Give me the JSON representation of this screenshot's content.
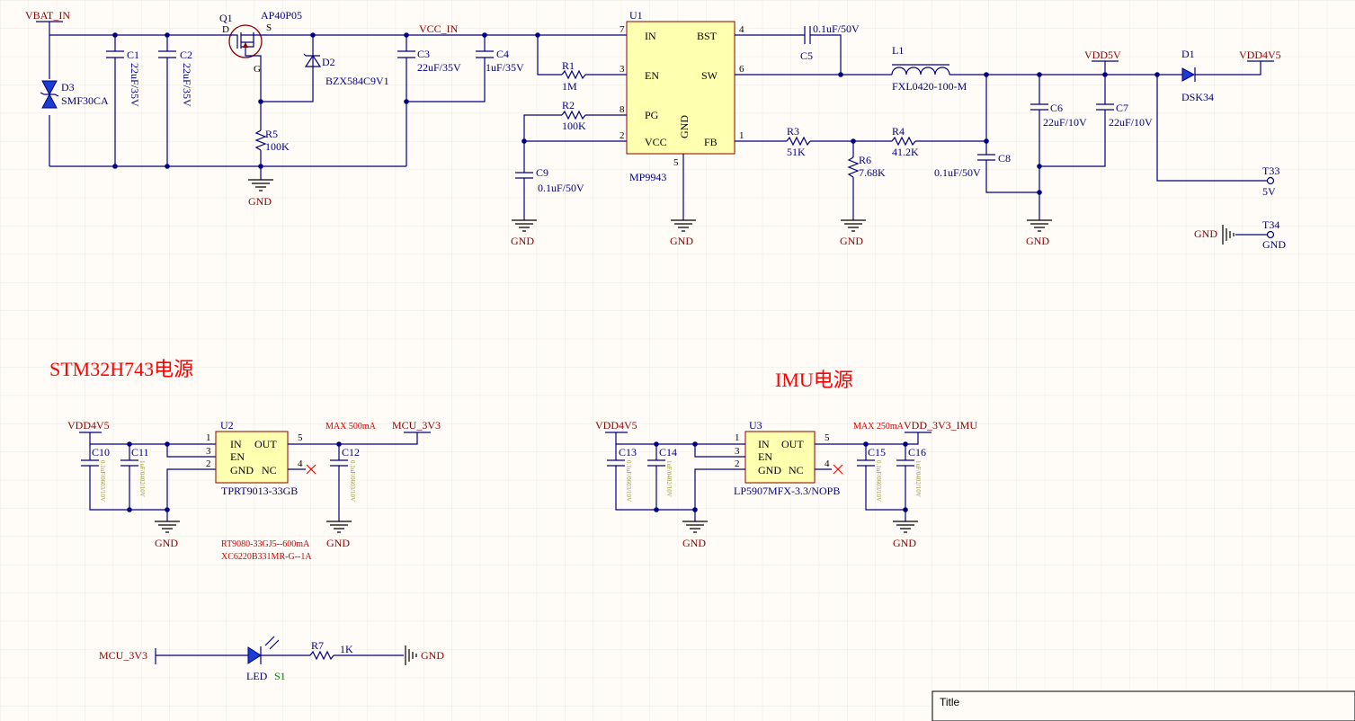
{
  "nets": {
    "vbat_in": "VBAT_IN",
    "vcc_in": "VCC_IN",
    "vdd5v": "VDD5V",
    "vdd4v5": "VDD4V5",
    "gnd": "GND",
    "mcu_3v3": "MCU_3V3",
    "vdd_3v3_imu": "VDD_3V3_IMU"
  },
  "components": {
    "q1": {
      "ref": "Q1",
      "value": "AP40P05",
      "pin_d": "D",
      "pin_s": "S",
      "pin_g": "G"
    },
    "d3": {
      "ref": "D3",
      "value": "SMF30CA"
    },
    "d2": {
      "ref": "D2",
      "value": "BZX584C9V1"
    },
    "c1": {
      "ref": "C1",
      "value": "22uF/35V"
    },
    "c2": {
      "ref": "C2",
      "value": "22uF/35V"
    },
    "c3": {
      "ref": "C3",
      "value": "22uF/35V"
    },
    "c4": {
      "ref": "C4",
      "value": "1uF/35V"
    },
    "r5": {
      "ref": "R5",
      "value": "100K"
    },
    "r1": {
      "ref": "R1",
      "value": "1M"
    },
    "r2": {
      "ref": "R2",
      "value": "100K"
    },
    "c9": {
      "ref": "C9",
      "value": "0.1uF/50V"
    },
    "u1": {
      "ref": "U1",
      "value": "MP9943",
      "pins": {
        "in": "IN",
        "en": "EN",
        "pg": "PG",
        "vcc": "VCC",
        "bst": "BST",
        "sw": "SW",
        "fb": "FB",
        "gnd": "GND"
      },
      "pin_nums": {
        "p7": "7",
        "p3": "3",
        "p8": "8",
        "p2": "2",
        "p4": "4",
        "p6": "6",
        "p1": "1",
        "p5": "5"
      }
    },
    "c5": {
      "ref": "C5",
      "value": "0.1uF/50V"
    },
    "l1": {
      "ref": "L1",
      "value": "FXL0420-100-M"
    },
    "r3": {
      "ref": "R3",
      "value": "51K"
    },
    "r4": {
      "ref": "R4",
      "value": "41.2K"
    },
    "r6": {
      "ref": "R6",
      "value": "7.68K"
    },
    "c8": {
      "ref": "C8",
      "value": "0.1uF/50V"
    },
    "c6": {
      "ref": "C6",
      "value": "22uF/10V"
    },
    "c7": {
      "ref": "C7",
      "value": "22uF/10V"
    },
    "d1": {
      "ref": "D1",
      "value": "DSK34"
    },
    "t33": {
      "ref": "T33",
      "value": "5V"
    },
    "t34": {
      "ref": "T34",
      "value": "GND"
    },
    "u2": {
      "ref": "U2",
      "value": "TPRT9013-33GB",
      "pins": {
        "in": "IN",
        "out": "OUT",
        "en": "EN",
        "gnd": "GND",
        "nc": "NC"
      },
      "pin_nums": {
        "p1": "1",
        "p3": "3",
        "p2": "2",
        "p5": "5",
        "p4": "4"
      }
    },
    "c10": {
      "ref": "C10"
    },
    "c11": {
      "ref": "C11"
    },
    "c12": {
      "ref": "C12"
    },
    "u3": {
      "ref": "U3",
      "value": "LP5907MFX-3.3/NOPB",
      "pins": {
        "in": "IN",
        "out": "OUT",
        "en": "EN",
        "gnd": "GND",
        "nc": "NC"
      },
      "pin_nums": {
        "p1": "1",
        "p3": "3",
        "p2": "2",
        "p5": "5",
        "p4": "4"
      }
    },
    "c13": {
      "ref": "C13"
    },
    "c14": {
      "ref": "C14"
    },
    "c15": {
      "ref": "C15"
    },
    "c16": {
      "ref": "C16"
    },
    "r7": {
      "ref": "R7",
      "value": "1K"
    },
    "led": {
      "ref": "LED",
      "label": "S1"
    }
  },
  "small_cap_values": {
    "c10": "0.1uF/0603/10V",
    "c11": "1uF/0402/10V",
    "c12": "0.1uF/0603/10V",
    "c13": "0.1uF/0603/10V",
    "c14": "1uF/0402/10V",
    "c15": "0.1uF/0603/10V",
    "c16": "1uF/0402/10V"
  },
  "annotations": {
    "stm32_title": "STM32H743电源",
    "imu_title": "IMU电源",
    "max_500": "MAX 500mA",
    "max_250": "MAX 250mA",
    "alt1": "RT9080-33GJ5--600mA",
    "alt2": "XC6220B331MR-G--1A"
  },
  "title_block": {
    "label": "Title"
  }
}
